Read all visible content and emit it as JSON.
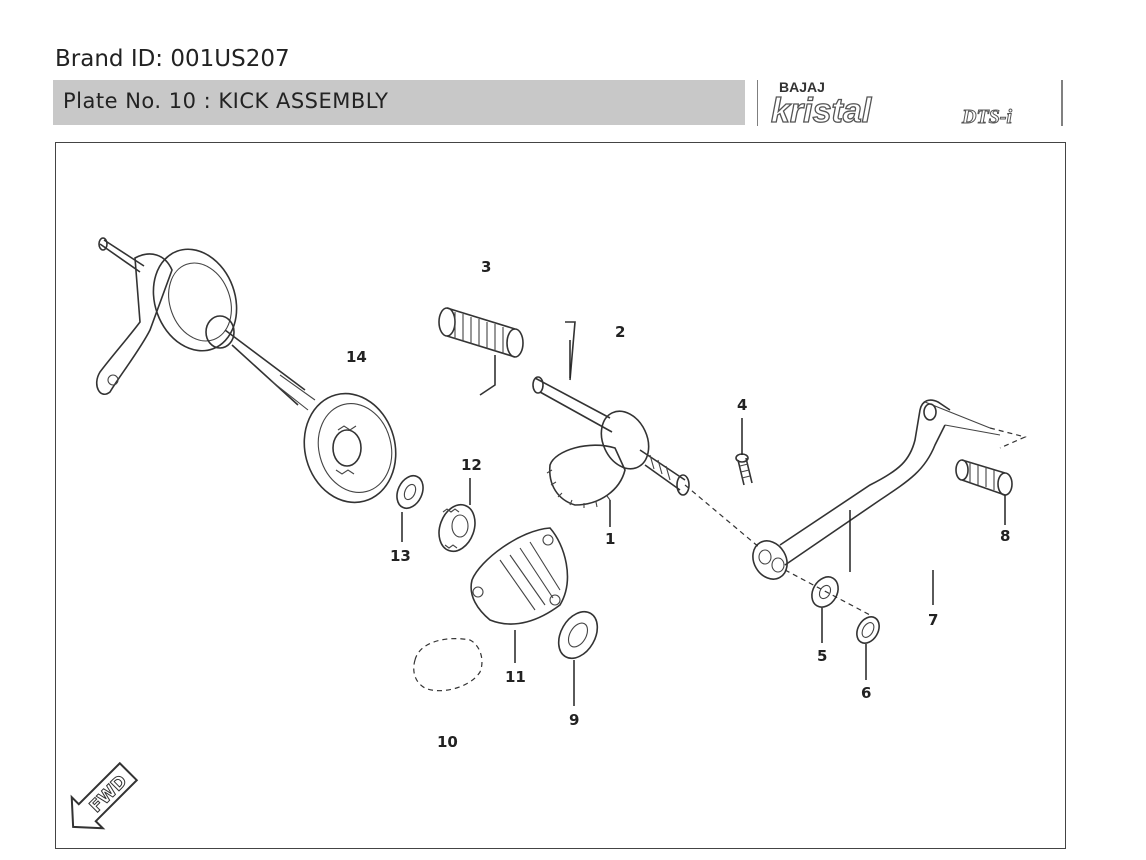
{
  "header": {
    "brand_id": "Brand ID: 001US207",
    "plate_title": "Plate No. 10  : KICK ASSEMBLY"
  },
  "logo": {
    "maker": "BAJAJ",
    "model": "kristal",
    "suffix": "DTS-i"
  },
  "diagram": {
    "callouts": [
      "1",
      "2",
      "3",
      "4",
      "5",
      "6",
      "7",
      "8",
      "9",
      "10",
      "11",
      "12",
      "13",
      "14"
    ],
    "direction_label": "FWD"
  },
  "colors": {
    "title_bar": "#c8c8c8",
    "line": "#333333"
  }
}
